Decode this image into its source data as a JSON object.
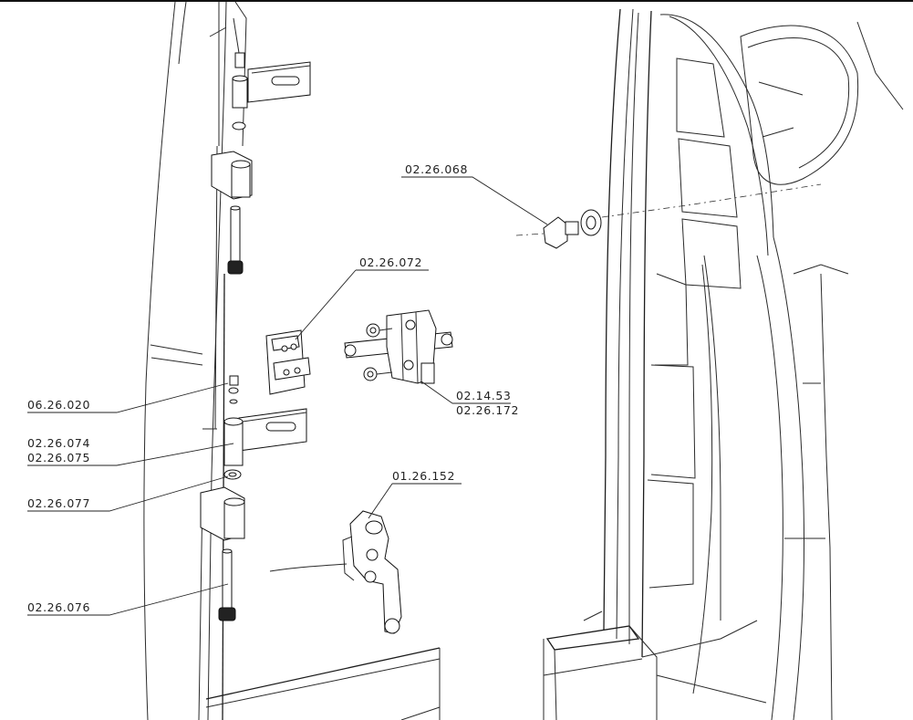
{
  "diagram": {
    "labels": {
      "p_02_26_068": "02.26.068",
      "p_02_26_072": "02.26.072",
      "p_06_26_020": "06.26.020",
      "p_02_26_074": "02.26.074",
      "p_02_26_075": "02.26.075",
      "p_02_14_53": "02.14.53",
      "p_02_26_172": "02.26.172",
      "p_01_26_152": "01.26.152",
      "p_02_26_077": "02.26.077",
      "p_02_26_076": "02.26.076"
    }
  }
}
